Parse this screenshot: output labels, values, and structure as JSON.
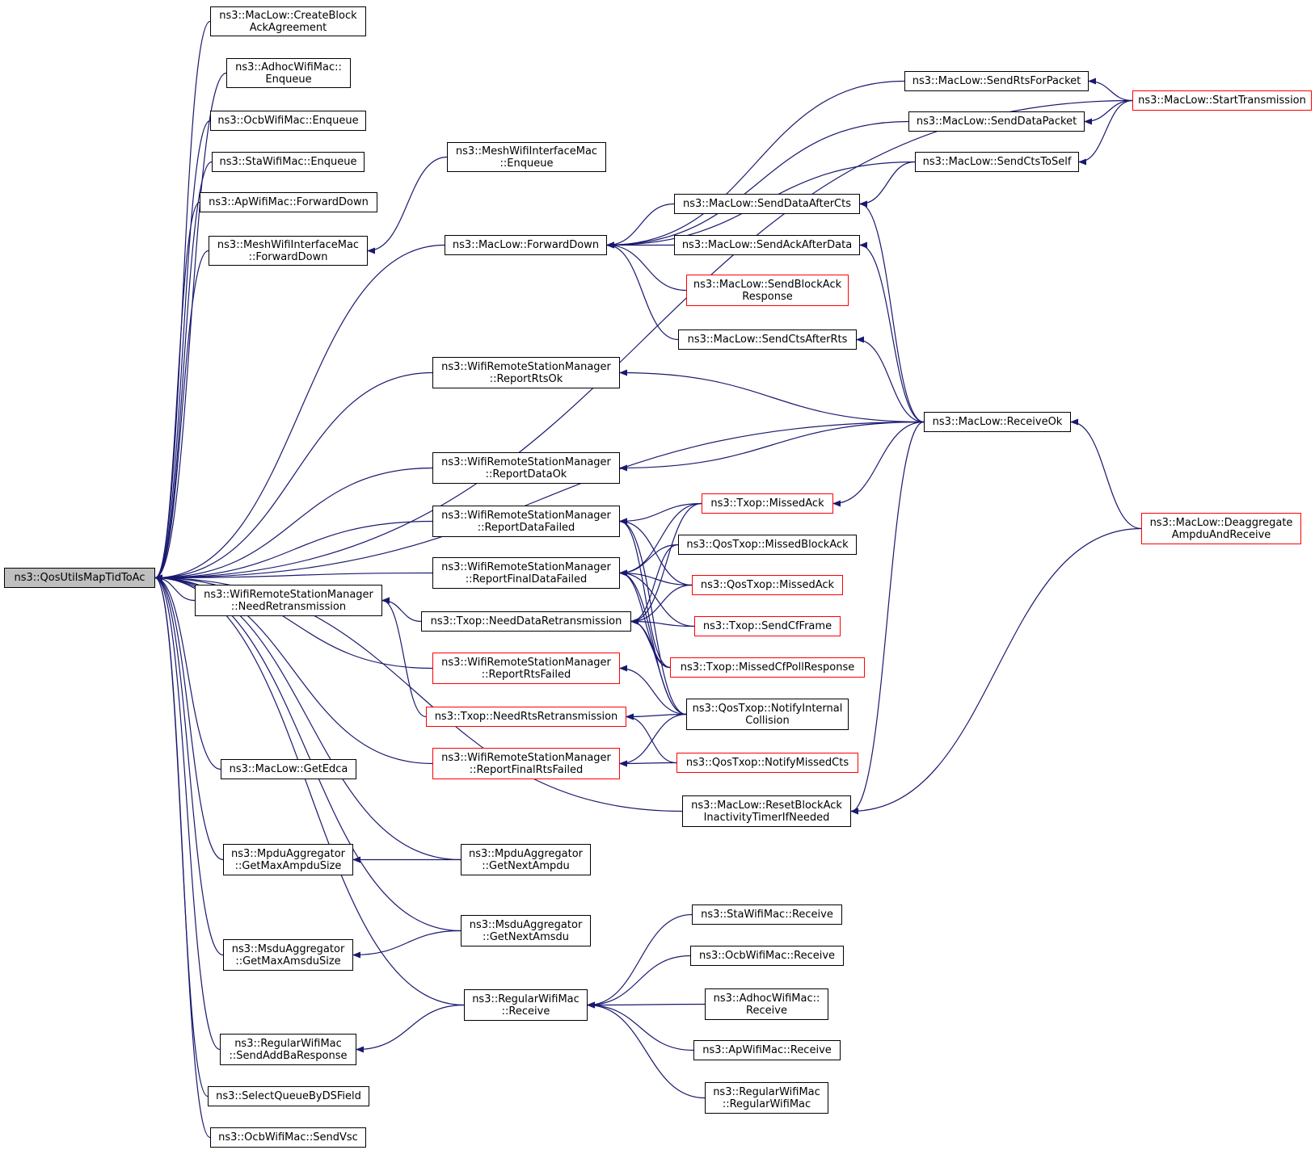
{
  "diagram": {
    "edge_color": "#191970",
    "root_fill": "#bfbfbf",
    "normal_border": "#000000",
    "truncated_border": "#ff0000",
    "nodes": [
      {
        "id": "root",
        "lines": [
          "ns3::QosUtilsMapTidToAc"
        ],
        "kind": "root"
      },
      {
        "id": "createBlock",
        "lines": [
          "ns3::MacLow::CreateBlock",
          "AckAgreement"
        ],
        "kind": "normal"
      },
      {
        "id": "adhocEnqueue",
        "lines": [
          "ns3::AdhocWifiMac::",
          "Enqueue"
        ],
        "kind": "normal"
      },
      {
        "id": "ocbEnqueue",
        "lines": [
          "ns3::OcbWifiMac::Enqueue"
        ],
        "kind": "normal"
      },
      {
        "id": "staEnqueue",
        "lines": [
          "ns3::StaWifiMac::Enqueue"
        ],
        "kind": "normal"
      },
      {
        "id": "apForwardDown",
        "lines": [
          "ns3::ApWifiMac::ForwardDown"
        ],
        "kind": "normal"
      },
      {
        "id": "meshForwardDown",
        "lines": [
          "ns3::MeshWifiInterfaceMac",
          "::ForwardDown"
        ],
        "kind": "normal"
      },
      {
        "id": "meshEnqueue",
        "lines": [
          "ns3::MeshWifiInterfaceMac",
          "::Enqueue"
        ],
        "kind": "normal"
      },
      {
        "id": "macForwardDown",
        "lines": [
          "ns3::MacLow::ForwardDown"
        ],
        "kind": "normal"
      },
      {
        "id": "reportRtsOk",
        "lines": [
          "ns3::WifiRemoteStationManager",
          "::ReportRtsOk"
        ],
        "kind": "normal"
      },
      {
        "id": "reportDataOk",
        "lines": [
          "ns3::WifiRemoteStationManager",
          "::ReportDataOk"
        ],
        "kind": "normal"
      },
      {
        "id": "reportDataFailed",
        "lines": [
          "ns3::WifiRemoteStationManager",
          "::ReportDataFailed"
        ],
        "kind": "normal"
      },
      {
        "id": "reportFinalDataFailed",
        "lines": [
          "ns3::WifiRemoteStationManager",
          "::ReportFinalDataFailed"
        ],
        "kind": "normal"
      },
      {
        "id": "needRetransmission",
        "lines": [
          "ns3::WifiRemoteStationManager",
          "::NeedRetransmission"
        ],
        "kind": "normal"
      },
      {
        "id": "txopNeedDataRetrans",
        "lines": [
          "ns3::Txop::NeedDataRetransmission"
        ],
        "kind": "normal"
      },
      {
        "id": "reportRtsFailed",
        "lines": [
          "ns3::WifiRemoteStationManager",
          "::ReportRtsFailed"
        ],
        "kind": "red"
      },
      {
        "id": "txopNeedRtsRetrans",
        "lines": [
          "ns3::Txop::NeedRtsRetransmission"
        ],
        "kind": "red"
      },
      {
        "id": "reportFinalRtsFailed",
        "lines": [
          "ns3::WifiRemoteStationManager",
          "::ReportFinalRtsFailed"
        ],
        "kind": "red"
      },
      {
        "id": "getEdca",
        "lines": [
          "ns3::MacLow::GetEdca"
        ],
        "kind": "normal"
      },
      {
        "id": "mpduGetMax",
        "lines": [
          "ns3::MpduAggregator",
          "::GetMaxAmpduSize"
        ],
        "kind": "normal"
      },
      {
        "id": "mpduGetNext",
        "lines": [
          "ns3::MpduAggregator",
          "::GetNextAmpdu"
        ],
        "kind": "normal"
      },
      {
        "id": "msduGetNext",
        "lines": [
          "ns3::MsduAggregator",
          "::GetNextAmsdu"
        ],
        "kind": "normal"
      },
      {
        "id": "msduGetMax",
        "lines": [
          "ns3::MsduAggregator",
          "::GetMaxAmsduSize"
        ],
        "kind": "normal"
      },
      {
        "id": "regularReceive",
        "lines": [
          "ns3::RegularWifiMac",
          "::Receive"
        ],
        "kind": "normal"
      },
      {
        "id": "regularSendAddBa",
        "lines": [
          "ns3::RegularWifiMac",
          "::SendAddBaResponse"
        ],
        "kind": "normal"
      },
      {
        "id": "selectQueue",
        "lines": [
          "ns3::SelectQueueByDSField"
        ],
        "kind": "normal"
      },
      {
        "id": "ocbSendVsc",
        "lines": [
          "ns3::OcbWifiMac::SendVsc"
        ],
        "kind": "normal"
      },
      {
        "id": "sendRtsForPacket",
        "lines": [
          "ns3::MacLow::SendRtsForPacket"
        ],
        "kind": "normal"
      },
      {
        "id": "sendDataPacket",
        "lines": [
          "ns3::MacLow::SendDataPacket"
        ],
        "kind": "normal"
      },
      {
        "id": "sendCtsToSelf",
        "lines": [
          "ns3::MacLow::SendCtsToSelf"
        ],
        "kind": "normal"
      },
      {
        "id": "sendDataAfterCts",
        "lines": [
          "ns3::MacLow::SendDataAfterCts"
        ],
        "kind": "normal"
      },
      {
        "id": "sendAckAfterData",
        "lines": [
          "ns3::MacLow::SendAckAfterData"
        ],
        "kind": "normal"
      },
      {
        "id": "sendBlockAck",
        "lines": [
          "ns3::MacLow::SendBlockAck",
          "Response"
        ],
        "kind": "red"
      },
      {
        "id": "sendCtsAfterRts",
        "lines": [
          "ns3::MacLow::SendCtsAfterRts"
        ],
        "kind": "normal"
      },
      {
        "id": "startTransmission",
        "lines": [
          "ns3::MacLow::StartTransmission"
        ],
        "kind": "red"
      },
      {
        "id": "receiveOk",
        "lines": [
          "ns3::MacLow::ReceiveOk"
        ],
        "kind": "normal"
      },
      {
        "id": "deaggregate",
        "lines": [
          "ns3::MacLow::Deaggregate",
          "AmpduAndReceive"
        ],
        "kind": "red"
      },
      {
        "id": "txopMissedAck",
        "lines": [
          "ns3::Txop::MissedAck"
        ],
        "kind": "red"
      },
      {
        "id": "qosMissedBlockAck",
        "lines": [
          "ns3::QosTxop::MissedBlockAck"
        ],
        "kind": "normal"
      },
      {
        "id": "qosMissedAck",
        "lines": [
          "ns3::QosTxop::MissedAck"
        ],
        "kind": "red"
      },
      {
        "id": "txopSendCfFrame",
        "lines": [
          "ns3::Txop::SendCfFrame"
        ],
        "kind": "red"
      },
      {
        "id": "txopMissedCfPoll",
        "lines": [
          "ns3::Txop::MissedCfPollResponse"
        ],
        "kind": "red"
      },
      {
        "id": "qosNotifyInternal",
        "lines": [
          "ns3::QosTxop::NotifyInternal",
          "Collision"
        ],
        "kind": "normal"
      },
      {
        "id": "qosNotifyMissedCts",
        "lines": [
          "ns3::QosTxop::NotifyMissedCts"
        ],
        "kind": "red"
      },
      {
        "id": "resetBlockAck",
        "lines": [
          "ns3::MacLow::ResetBlockAck",
          "InactivityTimerIfNeeded"
        ],
        "kind": "normal"
      },
      {
        "id": "staReceive",
        "lines": [
          "ns3::StaWifiMac::Receive"
        ],
        "kind": "normal"
      },
      {
        "id": "ocbReceive",
        "lines": [
          "ns3::OcbWifiMac::Receive"
        ],
        "kind": "normal"
      },
      {
        "id": "adhocReceive",
        "lines": [
          "ns3::AdhocWifiMac::",
          "Receive"
        ],
        "kind": "normal"
      },
      {
        "id": "apReceive",
        "lines": [
          "ns3::ApWifiMac::Receive"
        ],
        "kind": "normal"
      },
      {
        "id": "regularCtor",
        "lines": [
          "ns3::RegularWifiMac",
          "::RegularWifiMac"
        ],
        "kind": "normal"
      }
    ],
    "edges": [
      [
        "createBlock",
        "root"
      ],
      [
        "adhocEnqueue",
        "root"
      ],
      [
        "ocbEnqueue",
        "root"
      ],
      [
        "staEnqueue",
        "root"
      ],
      [
        "apForwardDown",
        "root"
      ],
      [
        "meshForwardDown",
        "root"
      ],
      [
        "macForwardDown",
        "root"
      ],
      [
        "reportRtsOk",
        "root"
      ],
      [
        "reportDataOk",
        "root"
      ],
      [
        "reportDataFailed",
        "root"
      ],
      [
        "reportFinalDataFailed",
        "root"
      ],
      [
        "needRetransmission",
        "root"
      ],
      [
        "reportRtsFailed",
        "root"
      ],
      [
        "reportFinalRtsFailed",
        "root"
      ],
      [
        "getEdca",
        "root"
      ],
      [
        "mpduGetMax",
        "root"
      ],
      [
        "mpduGetNext",
        "root"
      ],
      [
        "msduGetNext",
        "root"
      ],
      [
        "msduGetMax",
        "root"
      ],
      [
        "regularReceive",
        "root"
      ],
      [
        "regularSendAddBa",
        "root"
      ],
      [
        "selectQueue",
        "root"
      ],
      [
        "ocbSendVsc",
        "root"
      ],
      [
        "startTransmission",
        "root"
      ],
      [
        "receiveOk",
        "root"
      ],
      [
        "resetBlockAck",
        "root"
      ],
      [
        "meshEnqueue",
        "meshForwardDown"
      ],
      [
        "sendRtsForPacket",
        "macForwardDown"
      ],
      [
        "sendDataPacket",
        "macForwardDown"
      ],
      [
        "sendCtsToSelf",
        "macForwardDown"
      ],
      [
        "sendDataAfterCts",
        "macForwardDown"
      ],
      [
        "sendAckAfterData",
        "macForwardDown"
      ],
      [
        "sendBlockAck",
        "macForwardDown"
      ],
      [
        "sendCtsAfterRts",
        "macForwardDown"
      ],
      [
        "startTransmission",
        "sendRtsForPacket"
      ],
      [
        "startTransmission",
        "sendDataPacket"
      ],
      [
        "startTransmission",
        "sendCtsToSelf"
      ],
      [
        "sendCtsToSelf",
        "sendDataAfterCts"
      ],
      [
        "receiveOk",
        "sendDataAfterCts"
      ],
      [
        "receiveOk",
        "sendAckAfterData"
      ],
      [
        "receiveOk",
        "sendCtsAfterRts"
      ],
      [
        "receiveOk",
        "reportRtsOk"
      ],
      [
        "receiveOk",
        "reportDataOk"
      ],
      [
        "receiveOk",
        "txopMissedAck"
      ],
      [
        "receiveOk",
        "resetBlockAck"
      ],
      [
        "deaggregate",
        "receiveOk"
      ],
      [
        "deaggregate",
        "resetBlockAck"
      ],
      [
        "txopMissedAck",
        "reportDataFailed"
      ],
      [
        "qosMissedAck",
        "reportDataFailed"
      ],
      [
        "qosNotifyInternal",
        "reportDataFailed"
      ],
      [
        "txopMissedCfPoll",
        "reportDataFailed"
      ],
      [
        "txopMissedAck",
        "reportFinalDataFailed"
      ],
      [
        "qosMissedBlockAck",
        "reportFinalDataFailed"
      ],
      [
        "qosMissedAck",
        "reportFinalDataFailed"
      ],
      [
        "txopSendCfFrame",
        "reportFinalDataFailed"
      ],
      [
        "qosNotifyInternal",
        "reportFinalDataFailed"
      ],
      [
        "txopMissedCfPoll",
        "reportFinalDataFailed"
      ],
      [
        "txopNeedDataRetrans",
        "needRetransmission"
      ],
      [
        "txopNeedRtsRetrans",
        "needRetransmission"
      ],
      [
        "txopMissedAck",
        "txopNeedDataRetrans"
      ],
      [
        "qosMissedBlockAck",
        "txopNeedDataRetrans"
      ],
      [
        "qosMissedAck",
        "txopNeedDataRetrans"
      ],
      [
        "txopSendCfFrame",
        "txopNeedDataRetrans"
      ],
      [
        "txopMissedCfPoll",
        "txopNeedDataRetrans"
      ],
      [
        "qosNotifyInternal",
        "txopNeedDataRetrans"
      ],
      [
        "qosNotifyInternal",
        "reportRtsFailed"
      ],
      [
        "qosNotifyInternal",
        "txopNeedRtsRetrans"
      ],
      [
        "qosNotifyMissedCts",
        "txopNeedRtsRetrans"
      ],
      [
        "qosNotifyInternal",
        "reportFinalRtsFailed"
      ],
      [
        "qosNotifyMissedCts",
        "reportFinalRtsFailed"
      ],
      [
        "mpduGetNext",
        "mpduGetMax"
      ],
      [
        "msduGetNext",
        "msduGetMax"
      ],
      [
        "regularReceive",
        "regularSendAddBa"
      ],
      [
        "staReceive",
        "regularReceive"
      ],
      [
        "ocbReceive",
        "regularReceive"
      ],
      [
        "adhocReceive",
        "regularReceive"
      ],
      [
        "apReceive",
        "regularReceive"
      ],
      [
        "regularCtor",
        "regularReceive"
      ]
    ]
  }
}
